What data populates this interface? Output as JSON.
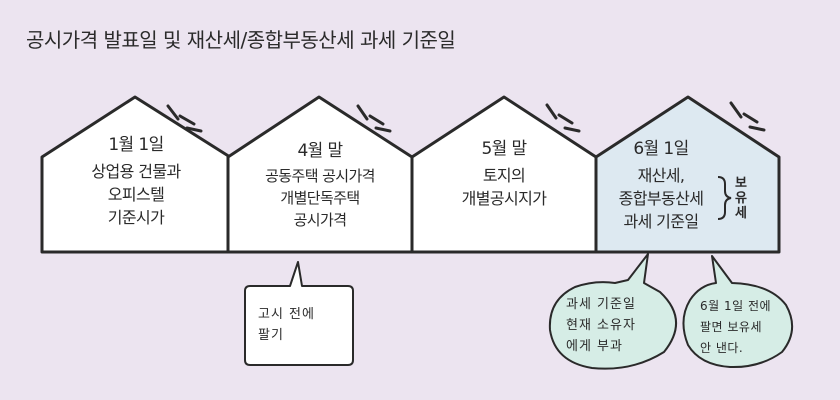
{
  "title": "공시가격 발표일 및 재산세/종합부동산세 과세 기준일",
  "colors": {
    "background": "#ece4f0",
    "house_fill": "#ffffff",
    "highlight_house_fill": "#dde9f1",
    "bubble_fill": "#d6ede6",
    "outline": "#2a2a2a"
  },
  "houses": [
    {
      "head": "1월 1일",
      "lines": [
        "상업용 건물과",
        "오피스텔",
        "기준시가"
      ]
    },
    {
      "head": "4월 말",
      "lines": [
        "공동주택 공시가격",
        "개별단독주택",
        "공시가격"
      ]
    },
    {
      "head": "5월 말",
      "lines": [
        "토지의",
        "개별공시지가"
      ]
    },
    {
      "head": "6월 1일",
      "lines": [
        "재산세,",
        "종합부동산세",
        "과세 기준일"
      ]
    }
  ],
  "bracket_label": [
    "보",
    "유",
    "세"
  ],
  "notes": [
    {
      "lines": [
        "고시 전에",
        "팔기"
      ]
    },
    {
      "lines": [
        "과세 기준일",
        "현재 소유자",
        "에게 부과"
      ]
    },
    {
      "lines": [
        "6월 1일 전에",
        "팔면 보유세",
        "안 낸다."
      ]
    }
  ]
}
